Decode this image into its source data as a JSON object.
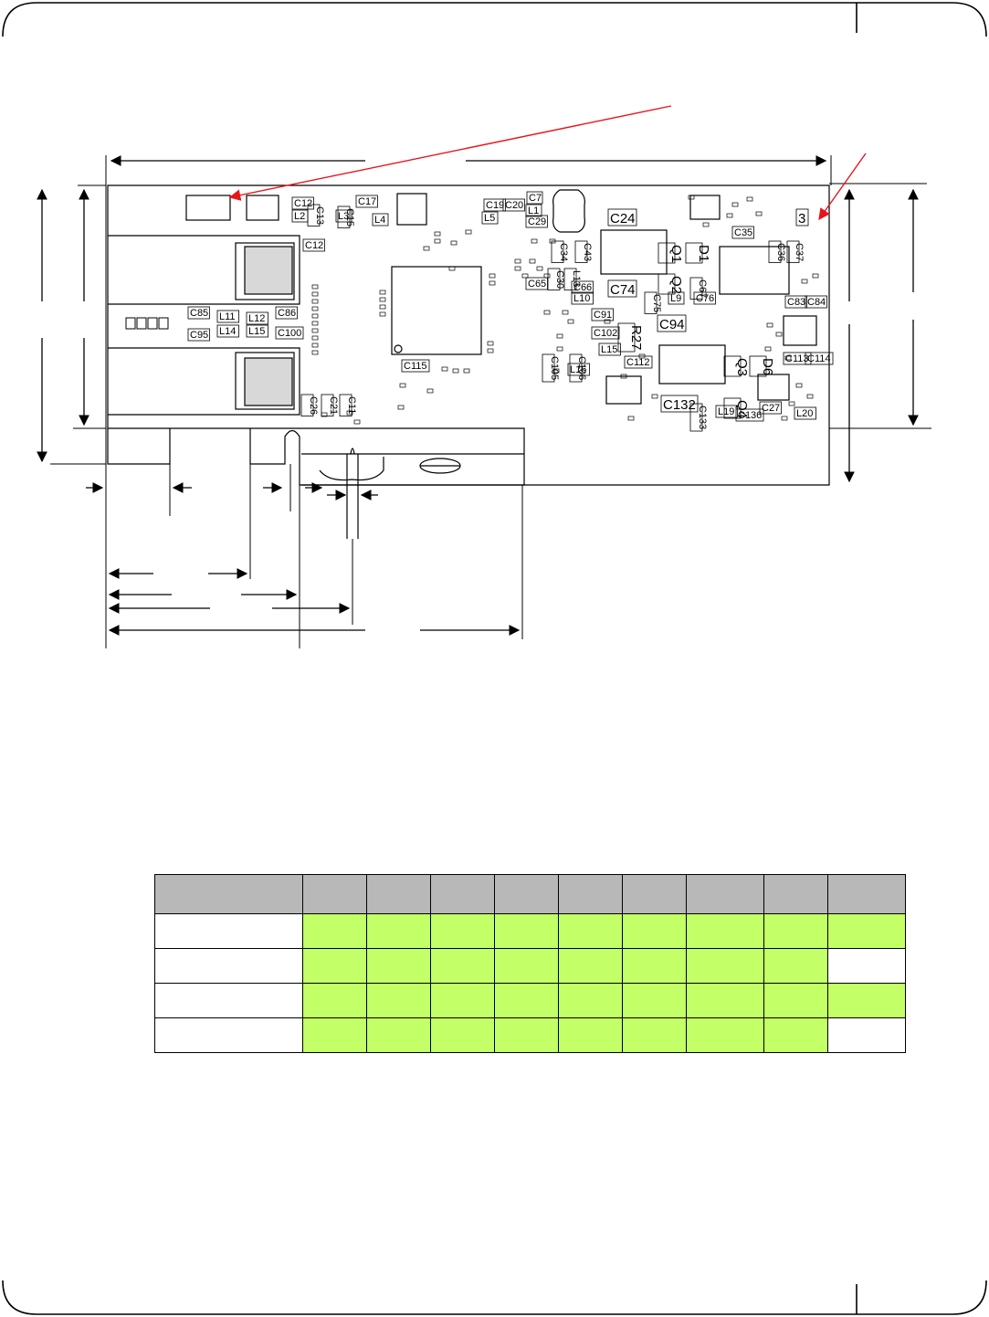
{
  "board": {
    "components": [
      {
        "id": "c12",
        "text": "C12"
      },
      {
        "id": "c13",
        "text": "C13"
      },
      {
        "id": "c15",
        "text": "C15"
      },
      {
        "id": "c17",
        "text": "C17"
      },
      {
        "id": "c19",
        "text": "C19"
      },
      {
        "id": "c20",
        "text": "C20"
      },
      {
        "id": "c7",
        "text": "C7"
      },
      {
        "id": "c29",
        "text": "C29"
      },
      {
        "id": "c24",
        "text": "C24"
      },
      {
        "id": "q1",
        "text": "Q1"
      },
      {
        "id": "d1",
        "text": "D1"
      },
      {
        "id": "c35",
        "text": "C35"
      },
      {
        "id": "c36",
        "text": "C36"
      },
      {
        "id": "c37",
        "text": "C37"
      },
      {
        "id": "q2",
        "text": "Q2"
      },
      {
        "id": "c67",
        "text": "C67"
      },
      {
        "id": "c74",
        "text": "C74"
      },
      {
        "id": "c75",
        "text": "C75"
      },
      {
        "id": "c76",
        "text": "C76"
      },
      {
        "id": "l9",
        "text": "L9"
      },
      {
        "id": "c83",
        "text": "C83"
      },
      {
        "id": "c84",
        "text": "C84"
      },
      {
        "id": "c94",
        "text": "C94"
      },
      {
        "id": "r27",
        "text": "R27"
      },
      {
        "id": "q3",
        "text": "Q3"
      },
      {
        "id": "d6",
        "text": "D6"
      },
      {
        "id": "c113",
        "text": "C113"
      },
      {
        "id": "c114",
        "text": "C114"
      },
      {
        "id": "q4",
        "text": "Q4"
      },
      {
        "id": "c132",
        "text": "C132"
      },
      {
        "id": "c133",
        "text": "C133"
      },
      {
        "id": "l19",
        "text": "L19"
      },
      {
        "id": "c136",
        "text": "C136"
      },
      {
        "id": "c65",
        "text": "C65"
      },
      {
        "id": "c66",
        "text": "C66"
      },
      {
        "id": "l10",
        "text": "L10"
      },
      {
        "id": "c91",
        "text": "C91"
      },
      {
        "id": "c102",
        "text": "C102"
      },
      {
        "id": "c105",
        "text": "C105"
      },
      {
        "id": "c106",
        "text": "C106"
      },
      {
        "id": "l15",
        "text": "L15"
      },
      {
        "id": "l16",
        "text": "L16"
      },
      {
        "id": "c112",
        "text": "C112"
      },
      {
        "id": "c115",
        "text": "C115"
      },
      {
        "id": "c85",
        "text": "C85"
      },
      {
        "id": "c95",
        "text": "C95"
      },
      {
        "id": "l11",
        "text": "L11"
      },
      {
        "id": "l12",
        "text": "L12"
      },
      {
        "id": "l14",
        "text": "L14"
      },
      {
        "id": "l15b",
        "text": "L15"
      },
      {
        "id": "c86",
        "text": "C86"
      },
      {
        "id": "c100",
        "text": "C100"
      },
      {
        "id": "c12b",
        "text": "C12"
      },
      {
        "id": "l2",
        "text": "L2"
      },
      {
        "id": "l3",
        "text": "L3"
      },
      {
        "id": "l4",
        "text": "L4"
      },
      {
        "id": "l5",
        "text": "L5"
      },
      {
        "id": "l1",
        "text": "L1"
      },
      {
        "id": "c34",
        "text": "C34"
      },
      {
        "id": "c43",
        "text": "C43"
      },
      {
        "id": "c30",
        "text": "C30"
      },
      {
        "id": "l13",
        "text": "L13"
      },
      {
        "id": "c26",
        "text": "C26"
      },
      {
        "id": "c21",
        "text": "C21"
      },
      {
        "id": "c11",
        "text": "C11"
      },
      {
        "id": "l20",
        "text": "L20"
      },
      {
        "id": "c27",
        "text": "C27"
      },
      {
        "id": "d3",
        "text": "3"
      }
    ]
  },
  "table": {
    "header": [
      "",
      "",
      "",
      "",
      "",
      "",
      "",
      "",
      "",
      ""
    ],
    "rows": [
      {
        "cells": [
          "",
          "",
          "",
          "",
          "",
          "",
          "",
          "",
          "",
          ""
        ],
        "fills": [
          "w",
          "g",
          "g",
          "g",
          "g",
          "g",
          "g",
          "g",
          "g",
          "g"
        ]
      },
      {
        "cells": [
          "",
          "",
          "",
          "",
          "",
          "",
          "",
          "",
          "",
          ""
        ],
        "fills": [
          "w",
          "g",
          "g",
          "g",
          "g",
          "g",
          "g",
          "g",
          "g",
          "w"
        ]
      },
      {
        "cells": [
          "",
          "",
          "",
          "",
          "",
          "",
          "",
          "",
          "",
          ""
        ],
        "fills": [
          "w",
          "g",
          "g",
          "g",
          "g",
          "g",
          "g",
          "g",
          "g",
          "g"
        ]
      },
      {
        "cells": [
          "",
          "",
          "",
          "",
          "",
          "",
          "",
          "",
          "",
          ""
        ],
        "fills": [
          "w",
          "g",
          "g",
          "g",
          "g",
          "g",
          "g",
          "g",
          "g",
          "w"
        ]
      }
    ]
  },
  "colors": {
    "callout_arrow": "#e8131c",
    "cell_highlight": "#c3ff66",
    "header_fill": "#b8b8b8"
  }
}
